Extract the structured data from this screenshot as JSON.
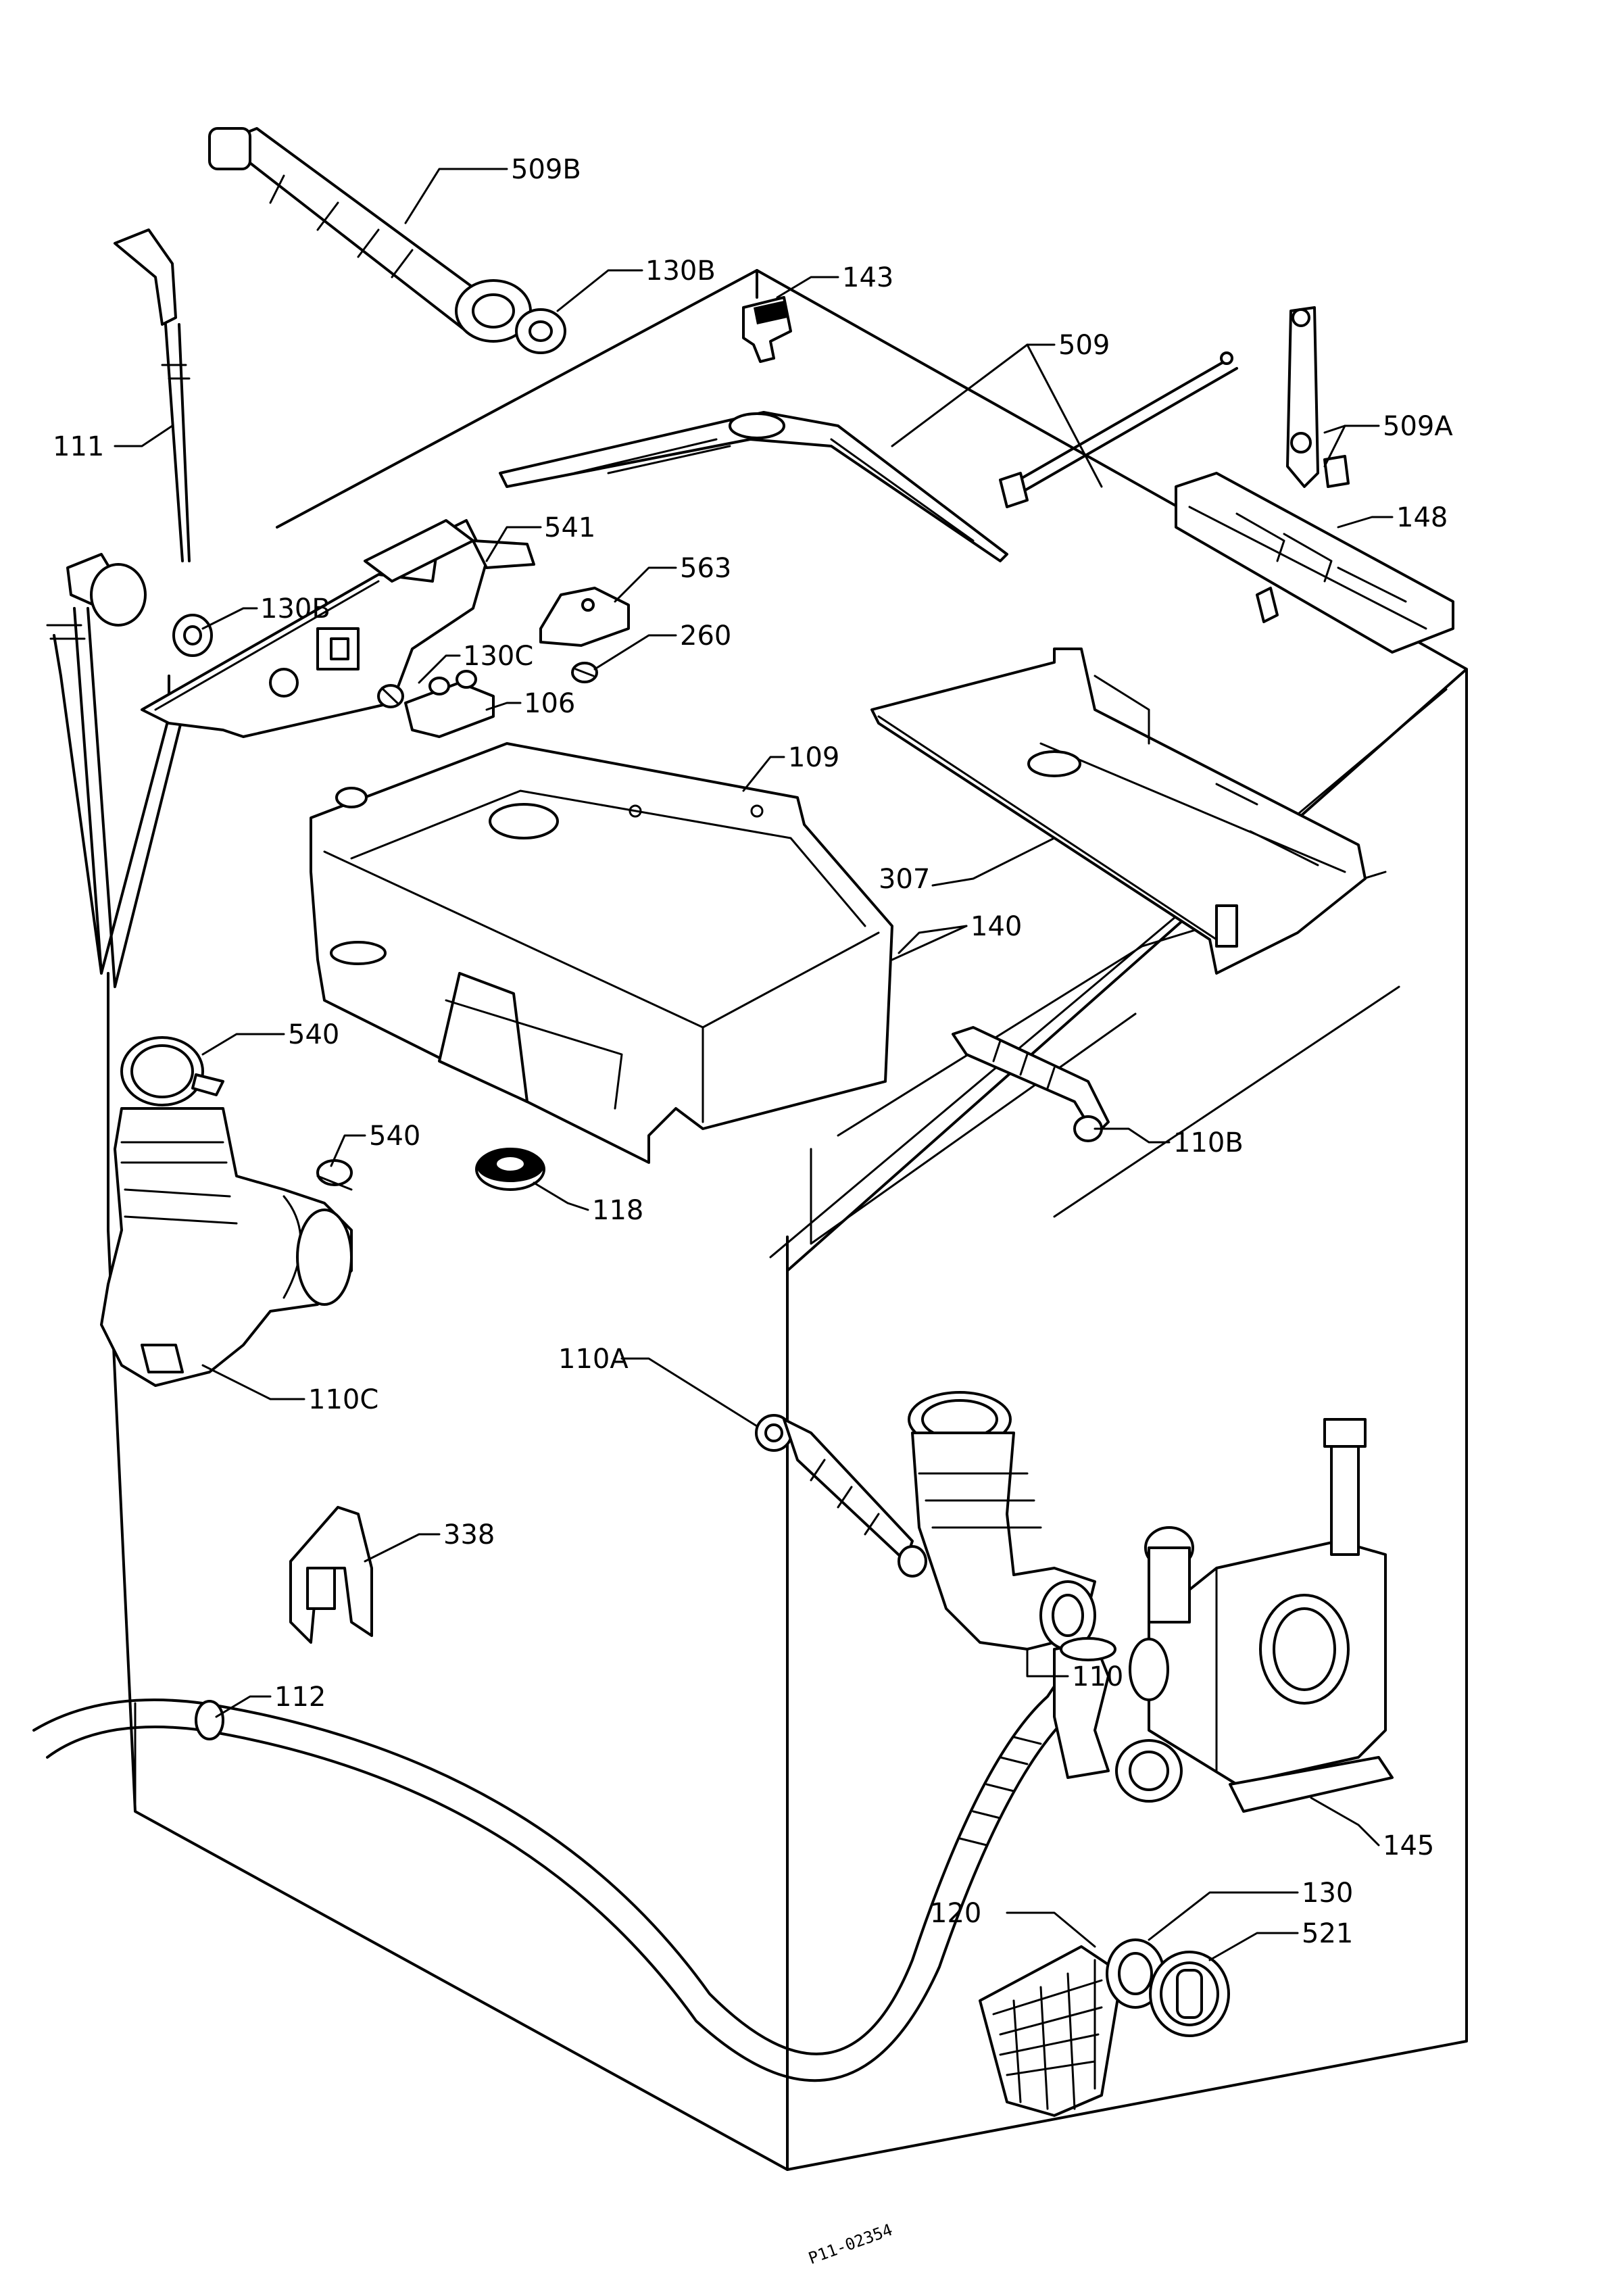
{
  "diagram": {
    "labels": {
      "p509B": "509B",
      "p130B_top": "130B",
      "p143": "143",
      "p509": "509",
      "p509A": "509A",
      "p111": "111",
      "p541": "541",
      "p563": "563",
      "p148": "148",
      "p130B": "130B",
      "p130C": "130C",
      "p260": "260",
      "p106": "106",
      "p109": "109",
      "p307": "307",
      "p140": "140",
      "p540_a": "540",
      "p540_b": "540",
      "p110B": "110B",
      "p118": "118",
      "p110C": "110C",
      "p110A": "110A",
      "p338": "338",
      "p110": "110",
      "p112": "112",
      "p145": "145",
      "p130": "130",
      "p120": "120",
      "p521": "521"
    },
    "drawing_code": "P11-02354"
  }
}
